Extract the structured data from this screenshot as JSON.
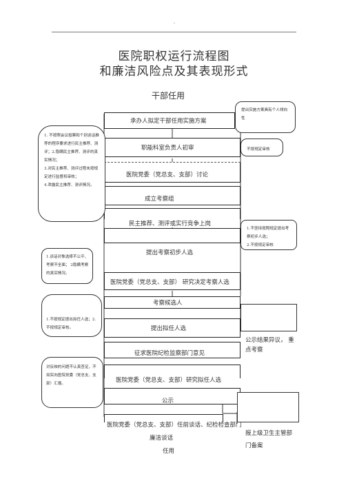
{
  "header_mark": "-",
  "title_line1": "医院职权运行流程图",
  "title_line2": "和廉洁风险点及其表现形式",
  "section_title": "干部任用",
  "steps": [
    "承办人拟定干部任用实施方案",
    "职能科室负责人初审",
    "医院党委（党总支、支部）讨论",
    "成立考察组",
    "民主推荐、测评或实行竞争上岗",
    "提出考察初步人选",
    "医院党委（党总支、支部） 研究决定考察人选",
    "考察候选人",
    "提出拟任人选",
    "征求医院纪检监察部门意见",
    "医院党委（党总支、支部）研究拟任人选",
    "公示",
    "医院党委（党总支、支部）任前谈话、纪检检查部门",
    "廉洁谈话",
    "任用"
  ],
  "notes": {
    "top_right": "提出实施方案具有个人倾向性",
    "second_right": "不按规定审核",
    "left_big": [
      "1. 不按照会议投票和个别谈话推荐的程序要求进行民主推荐、测评；2.隐瞒民主推荐、测评的真实情况；",
      "3.对民主推荐、测评过程未按规定进行监督和审核；",
      "4.泄露民主推荐、测评情况。"
    ],
    "right_mid": [
      "1.不坚持按照规定提出考察初步人选；",
      "2.不按规定审核"
    ],
    "left_mid": "1.谈话对象选择不公平、考察不全面； 2隐瞒考察的真实情况。",
    "left_lower": "1.不按规定提出拟任人选；2.不按规定审核。",
    "left_bottom": "对反映的问题不认真查证，不如实向医院党委（党总支、支部）汇报。",
    "right_lower": "公示结果异议， 重点考察",
    "right_bottom": "报上级卫生主管部门备案"
  }
}
